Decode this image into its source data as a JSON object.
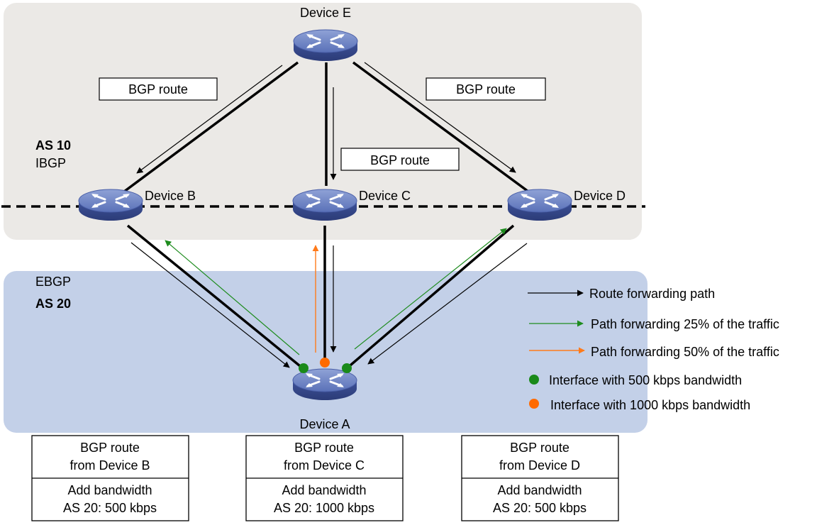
{
  "zones": {
    "as10": {
      "name": "AS 10",
      "protocol": "IBGP",
      "fill": "#ebe9e6"
    },
    "as20": {
      "name": "AS 20",
      "protocol": "EBGP",
      "fill": "#c3d0e8"
    }
  },
  "devices": {
    "e": "Device E",
    "b": "Device B",
    "c": "Device C",
    "d": "Device D",
    "a": "Device A"
  },
  "route_labels": {
    "left": "BGP route",
    "right": "BGP route",
    "center": "BGP route"
  },
  "legend": {
    "route_path": {
      "label": "Route forwarding path",
      "color": "#000000"
    },
    "path_25": {
      "label": "Path forwarding 25% of the traffic",
      "color": "#1e8c1e"
    },
    "path_50": {
      "label": "Path forwarding 50% of the traffic",
      "color": "#ff7a1a"
    },
    "iface_500": {
      "label": "Interface with 500 kbps bandwidth",
      "color": "#1a8a1a"
    },
    "iface_1000": {
      "label": "Interface with 1000 kbps bandwidth",
      "color": "#ff6a00"
    }
  },
  "tables": {
    "b": {
      "line1": "BGP route",
      "line2": "from Device B",
      "line3": "Add bandwidth",
      "line4": "AS 20: 500 kbps"
    },
    "c": {
      "line1": "BGP route",
      "line2": "from Device C",
      "line3": "Add bandwidth",
      "line4": "AS 20: 1000 kbps"
    },
    "d": {
      "line1": "BGP route",
      "line2": "from Device D",
      "line3": "Add bandwidth",
      "line4": "AS 20: 500 kbps"
    }
  },
  "icons": {
    "router": "router-icon"
  }
}
